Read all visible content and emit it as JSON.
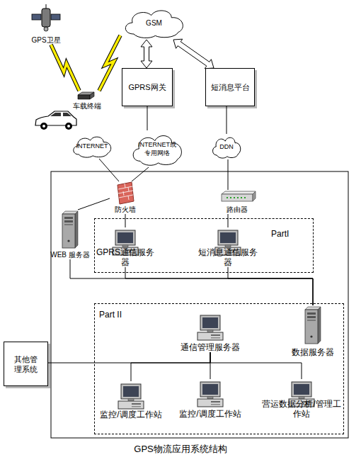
{
  "diagram": {
    "caption": "GPS物流应用系统结构",
    "nodes": [
      {
        "text": [
          "GPS卫星"
        ]
      },
      {
        "text": [
          "GSM"
        ]
      },
      {
        "text": [
          "车载终端"
        ]
      },
      {
        "text": [
          "GPRS网关"
        ]
      },
      {
        "text": [
          "短消息平台"
        ]
      },
      {
        "text": [
          "INTERNET"
        ]
      },
      {
        "text": [
          "INTERNET或 专用网络"
        ]
      },
      {
        "text": [
          "DDN"
        ]
      },
      {
        "text": [
          "防火墙"
        ]
      },
      {
        "text": [
          "路由器"
        ]
      },
      {
        "text": [
          "WEB 服务器"
        ]
      },
      {
        "text": [
          "PartI"
        ]
      },
      {
        "text": [
          "GPRS通信服务器"
        ],
        "in": 11
      },
      {
        "text": [
          "短消息通信服务器"
        ],
        "in": 11
      },
      {
        "text": [
          "Part II"
        ]
      },
      {
        "text": [
          "通信管理服务器"
        ],
        "in": 14
      },
      {
        "text": [
          "数据服务器"
        ],
        "in": 14
      },
      {
        "text": [
          "其他管 理系统"
        ]
      },
      {
        "text": [
          "监控/调度工作站"
        ],
        "in": 14
      },
      {
        "text": [
          "监控/调度工作站"
        ],
        "in": 14
      },
      {
        "text": [
          "营运数据分析/管理工作站"
        ],
        "in": 14
      }
    ],
    "edges": [
      {
        "from": 0,
        "to": 2,
        "arrow": "none"
      },
      {
        "from": 2,
        "to": 1,
        "arrow": "none"
      },
      {
        "from": 1,
        "to": 3,
        "arrow": "both"
      },
      {
        "from": 1,
        "to": 4,
        "arrow": "both"
      },
      {
        "from": 3,
        "to": 6,
        "arrow": "none"
      },
      {
        "from": 4,
        "to": 7,
        "arrow": "none"
      },
      {
        "from": 5,
        "to": 8,
        "arrow": "none"
      },
      {
        "from": 6,
        "to": 8,
        "arrow": "none"
      },
      {
        "from": 7,
        "to": 9,
        "arrow": "none"
      },
      {
        "from": 8,
        "to": 10,
        "arrow": "none"
      },
      {
        "from": 8,
        "to": 12,
        "arrow": "none"
      },
      {
        "from": 9,
        "to": 13,
        "arrow": "none"
      },
      {
        "from": 10,
        "to": 16,
        "arrow": "none"
      },
      {
        "from": 12,
        "to": 16,
        "arrow": "none"
      },
      {
        "from": 13,
        "to": 16,
        "arrow": "none"
      },
      {
        "from": 17,
        "to": 15,
        "arrow": "none"
      },
      {
        "from": 15,
        "to": 18,
        "arrow": "none"
      },
      {
        "from": 15,
        "to": 19,
        "arrow": "none"
      },
      {
        "from": 15,
        "to": 20,
        "arrow": "none"
      }
    ]
  }
}
